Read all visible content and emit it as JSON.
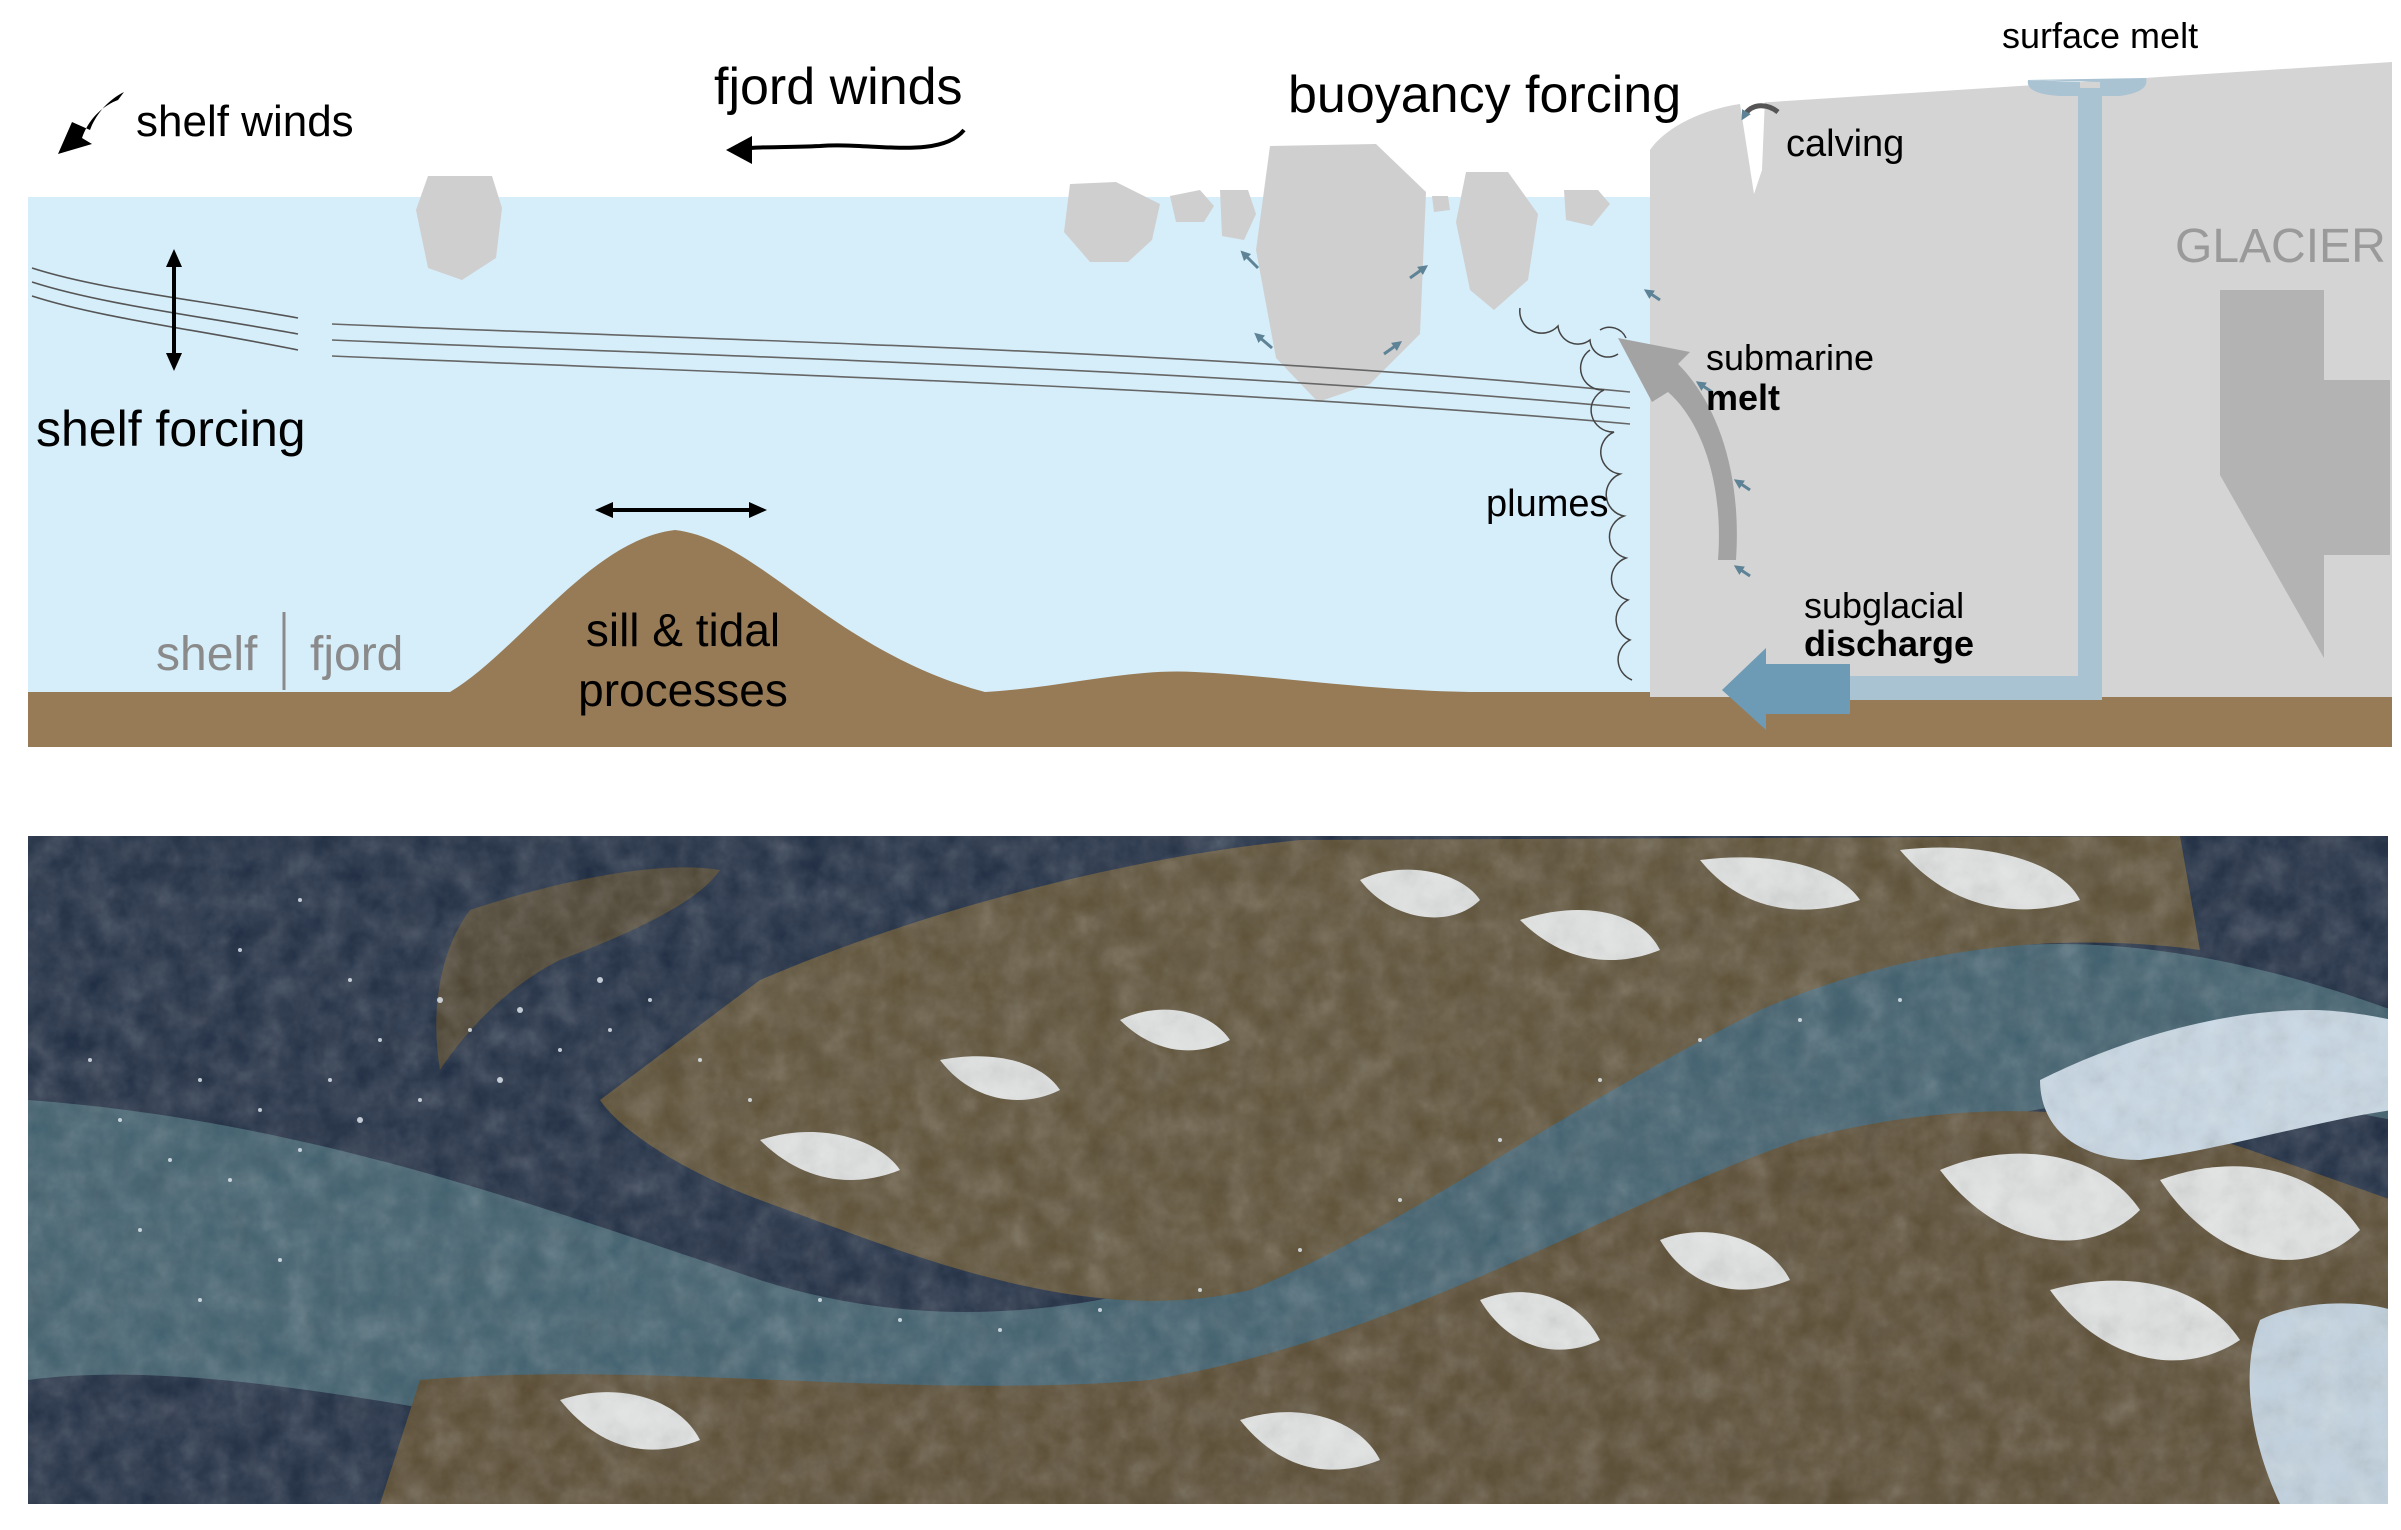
{
  "labels": {
    "shelf_winds": "shelf winds",
    "fjord_winds": "fjord winds",
    "buoyancy_forcing": "buoyancy forcing",
    "surface_melt": "surface melt",
    "calving": "calving",
    "glacier": "GLACIER",
    "shelf_forcing": "shelf forcing",
    "submarine": "submarine",
    "melt": "melt",
    "plumes": "plumes",
    "subglacial": "subglacial",
    "discharge": "discharge",
    "shelf": "shelf",
    "fjord": "fjord",
    "sill_line1": "sill & tidal",
    "sill_line2": "processes"
  },
  "colors": {
    "water": "#d6eefa",
    "seabed": "#977a56",
    "ice": "#d4d4d4",
    "iceberg": "#cfcfcf",
    "discharge_channel": "#a9c3d3",
    "discharge_arrow": "#6d9ab5",
    "glacier_text": "#9a9a9a",
    "flow_arrow": "#b0b0b0",
    "satellite_ocean": "#1e2c42",
    "satellite_fjord": "#3f5f6d",
    "satellite_land": "#5d5036",
    "satellite_snow": "#eef1f3",
    "satellite_glacier": "#c9d9e6"
  },
  "icons": {
    "shelf_winds": "curved-arrow-icon",
    "fjord_winds": "wavy-arrow-icon",
    "calving": "curved-arrow-icon",
    "shelf_forcing": "double-arrow-vertical-icon",
    "sill": "double-arrow-horizontal-icon",
    "ice_flow": "large-left-arrow-icon"
  }
}
